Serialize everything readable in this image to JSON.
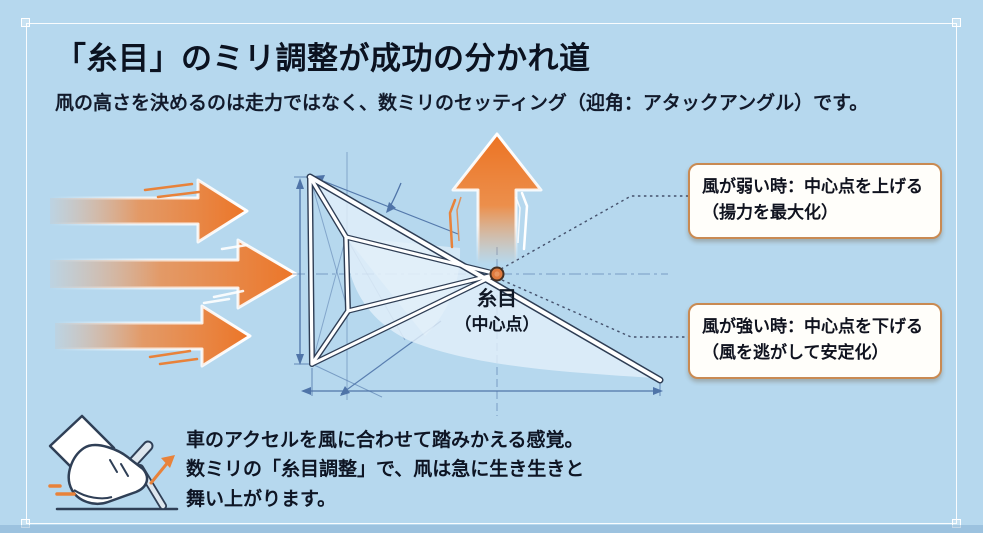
{
  "page": {
    "title": "「糸目」のミリ調整が成功の分かれ道",
    "subtitle": "凧の高さを決めるのは走力ではなく、数ミリのセッティング（迎角：アタックアングル）です。"
  },
  "diagram": {
    "center_label": {
      "line1": "糸目",
      "line2": "（中心点）"
    },
    "icons": [
      "wind-arrows-icon",
      "lift-arrow-icon",
      "kite-blueprint",
      "bridle-point-dot"
    ]
  },
  "callouts": {
    "weak_wind": {
      "line1": "風が弱い時：中心点を上げる",
      "line2": "（揚力を最大化）"
    },
    "strong_wind": {
      "line1": "風が強い時：中心点を下げる",
      "line2": "（風を逃がして安定化）"
    }
  },
  "footer": {
    "icon": "foot-pedal-icon",
    "lines": [
      "車のアクセルを風に合わせて踏みかえる感覚。",
      "数ミリの「糸目調整」で、凧は急に生き生きと",
      "舞い上がります。"
    ]
  },
  "colors": {
    "background": "#b6d8ee",
    "accent_orange": "#ec7527",
    "blueprint_blue": "#4f74a8",
    "strut_outline": "#2e3d54",
    "callout_border": "#c98a52",
    "callout_bg": "#fffefa",
    "text": "#0e1524",
    "frame_white": "#ffffff"
  }
}
